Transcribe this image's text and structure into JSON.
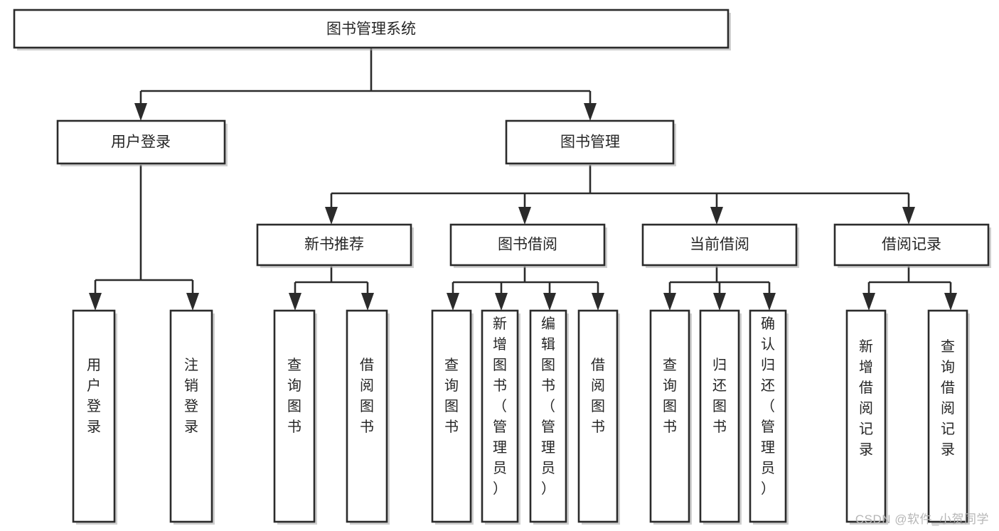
{
  "diagram": {
    "type": "tree-flowchart",
    "title": "图书管理系统",
    "watermark": "CSDN @软件_小贺同学",
    "colors": {
      "box_stroke": "#2b2b2b",
      "box_fill": "#ffffff",
      "text": "#262626",
      "watermark": "#b6b6b6",
      "background": "#ffffff"
    },
    "levels": {
      "root": {
        "label": "图书管理系统",
        "orientation": "horizontal"
      },
      "level2": [
        {
          "id": "user-login",
          "label": "用户登录",
          "orientation": "horizontal"
        },
        {
          "id": "book-manage",
          "label": "图书管理",
          "orientation": "horizontal"
        }
      ],
      "level3": [
        {
          "id": "new-book-recommend",
          "label": "新书推荐",
          "orientation": "horizontal",
          "parent": "book-manage"
        },
        {
          "id": "book-borrow",
          "label": "图书借阅",
          "orientation": "horizontal",
          "parent": "book-manage"
        },
        {
          "id": "current-borrow",
          "label": "当前借阅",
          "orientation": "horizontal",
          "parent": "book-manage"
        },
        {
          "id": "borrow-record",
          "label": "借阅记录",
          "orientation": "horizontal",
          "parent": "book-manage"
        }
      ],
      "leaves": [
        {
          "id": "leaf-user-login",
          "label": "用户登录",
          "parent": "user-login",
          "orientation": "vertical"
        },
        {
          "id": "leaf-logout",
          "label": "注销登录",
          "parent": "user-login",
          "orientation": "vertical"
        },
        {
          "id": "leaf-query-book-1",
          "label": "查询图书",
          "parent": "new-book-recommend",
          "orientation": "vertical"
        },
        {
          "id": "leaf-borrow-book-1",
          "label": "借阅图书",
          "parent": "new-book-recommend",
          "orientation": "vertical"
        },
        {
          "id": "leaf-query-book-2",
          "label": "查询图书",
          "parent": "book-borrow",
          "orientation": "vertical"
        },
        {
          "id": "leaf-add-book",
          "label": "新增图书（管理员）",
          "parent": "book-borrow",
          "orientation": "vertical"
        },
        {
          "id": "leaf-edit-book",
          "label": "编辑图书（管理员）",
          "parent": "book-borrow",
          "orientation": "vertical"
        },
        {
          "id": "leaf-borrow-book-2",
          "label": "借阅图书",
          "parent": "book-borrow",
          "orientation": "vertical"
        },
        {
          "id": "leaf-query-book-3",
          "label": "查询图书",
          "parent": "current-borrow",
          "orientation": "vertical"
        },
        {
          "id": "leaf-return-book",
          "label": "归还图书",
          "parent": "current-borrow",
          "orientation": "vertical"
        },
        {
          "id": "leaf-confirm-return",
          "label": "确认归还（管理员）",
          "parent": "current-borrow",
          "orientation": "vertical"
        },
        {
          "id": "leaf-add-record",
          "label": "新增借阅记录",
          "parent": "borrow-record",
          "orientation": "vertical"
        },
        {
          "id": "leaf-query-record",
          "label": "查询借阅记录",
          "parent": "borrow-record",
          "orientation": "vertical"
        }
      ]
    }
  }
}
